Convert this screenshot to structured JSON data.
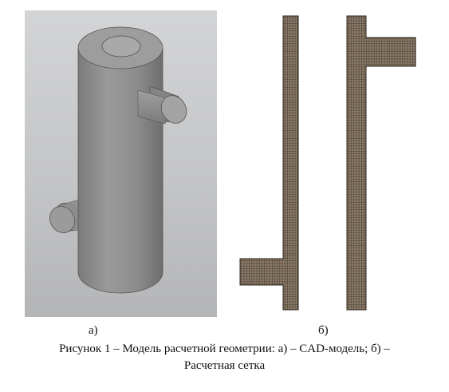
{
  "figure": {
    "label_a": "а)",
    "label_b": "б)",
    "caption_line1": "Рисунок 1 – Модель расчетной геометрии: а) – CAD-модель; б) –",
    "caption_line2": "Расчетная сетка"
  },
  "colors": {
    "cad_body": "#8f8f8f",
    "cad_background": "#c8c9cb",
    "mesh_fill": "#7a6a5a",
    "mesh_grid": "#3a2e24"
  }
}
